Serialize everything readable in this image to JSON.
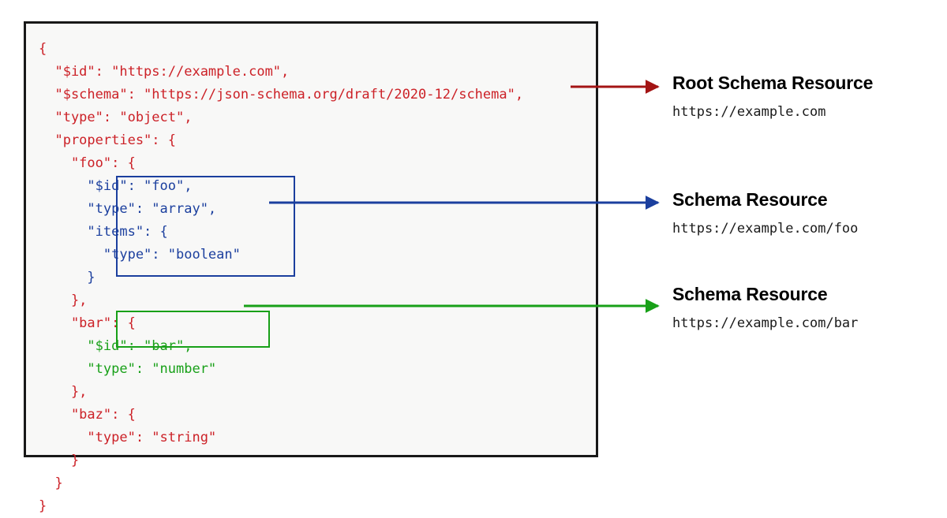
{
  "diagram": {
    "title": "JSON Schema resources diagram",
    "frame": {
      "border_color": "#181818",
      "background_color": "#f8f8f7"
    },
    "code": {
      "language": "json",
      "base_color": "#cc2127",
      "lines": [
        {
          "text": "{",
          "color": "red"
        },
        {
          "text": "  \"$id\": \"https://example.com\",",
          "color": "red"
        },
        {
          "text": "  \"$schema\": \"https://json-schema.org/draft/2020-12/schema\",",
          "color": "red"
        },
        {
          "text": "  \"type\": \"object\",",
          "color": "red"
        },
        {
          "text": "  \"properties\": {",
          "color": "red"
        },
        {
          "text": "    \"foo\": {",
          "color": "red"
        },
        {
          "text": "      \"$id\": \"foo\",",
          "color": "blue"
        },
        {
          "text": "      \"type\": \"array\",",
          "color": "blue"
        },
        {
          "text": "      \"items\": {",
          "color": "blue"
        },
        {
          "text": "        \"type\": \"boolean\"",
          "color": "blue"
        },
        {
          "text": "      }",
          "color": "blue"
        },
        {
          "text": "    },",
          "color": "red"
        },
        {
          "text": "    \"bar\": {",
          "color": "red"
        },
        {
          "text": "      \"$id\": \"bar\",",
          "color": "green"
        },
        {
          "text": "      \"type\": \"number\"",
          "color": "green"
        },
        {
          "text": "    },",
          "color": "red"
        },
        {
          "text": "    \"baz\": {",
          "color": "red"
        },
        {
          "text": "      \"type\": \"string\"",
          "color": "red"
        },
        {
          "text": "    }",
          "color": "red"
        },
        {
          "text": "  }",
          "color": "red"
        },
        {
          "text": "}",
          "color": "red"
        }
      ]
    },
    "highlights": [
      {
        "name": "foo-subschema-box",
        "color": "#1b3f9e"
      },
      {
        "name": "bar-subschema-box",
        "color": "#18a018"
      }
    ],
    "callouts": [
      {
        "id": "root",
        "title": "Root Schema Resource",
        "uri": "https://example.com",
        "arrow_color": "#a31414"
      },
      {
        "id": "foo",
        "title": "Schema Resource",
        "uri": "https://example.com/foo",
        "arrow_color": "#1b3f9e"
      },
      {
        "id": "bar",
        "title": "Schema Resource",
        "uri": "https://example.com/bar",
        "arrow_color": "#18a018"
      }
    ]
  }
}
